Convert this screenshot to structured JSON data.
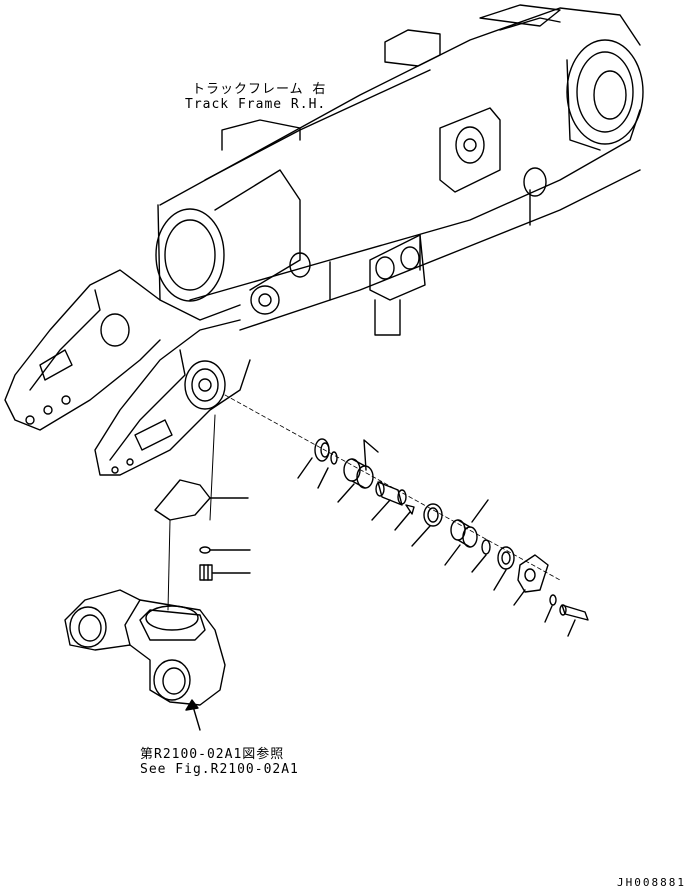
{
  "labels": {
    "part_jp": "トラックフレーム 右",
    "part_en": "Track Frame R.H.",
    "ref_jp": "第R2100-02A1図参照",
    "ref_en": "See Fig.R2100-02A1",
    "drawing_id": "JH008881"
  },
  "colors": {
    "line": "#000000",
    "background": "#ffffff"
  }
}
